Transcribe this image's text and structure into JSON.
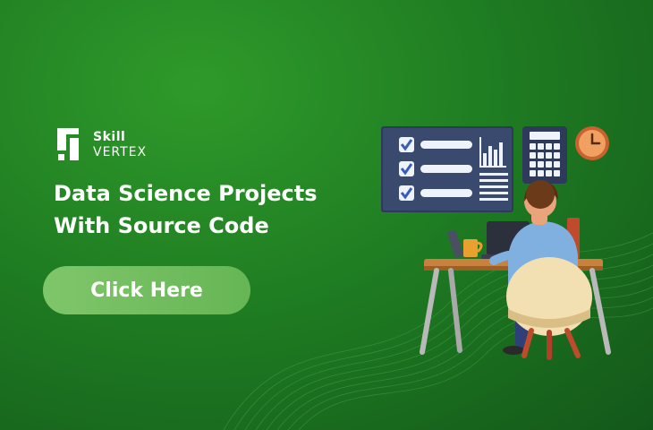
{
  "brand": {
    "line1": "Skill",
    "line2": "VERTEX"
  },
  "hero": {
    "line1": "Data Science Projects",
    "line2": "With Source Code"
  },
  "cta": {
    "label": "Click Here"
  },
  "colors": {
    "background": "#1f7d22",
    "button": "#72bd5f",
    "text": "#ffffff"
  },
  "icons": [
    "skill-vertex-logo-mark",
    "checkbox-icon",
    "bar-chart-icon",
    "calculator-icon",
    "clock-icon"
  ]
}
